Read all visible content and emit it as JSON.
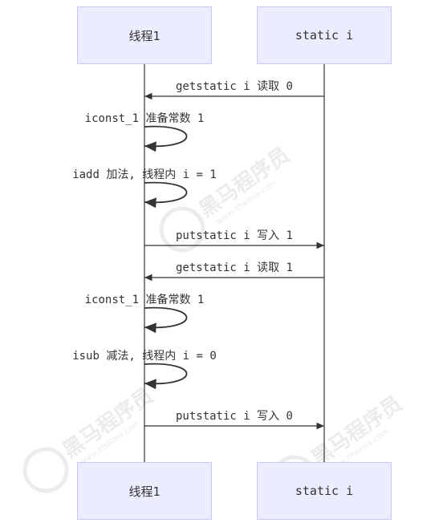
{
  "participants": {
    "thread": "线程1",
    "static": "static i"
  },
  "messages": [
    {
      "from": "static",
      "to": "thread",
      "label": "getstatic i 读取 0"
    },
    {
      "self": "thread",
      "label": "iconst_1 准备常数 1"
    },
    {
      "self": "thread",
      "label": "iadd 加法, 线程内 i = 1"
    },
    {
      "from": "thread",
      "to": "static",
      "label": "putstatic i 写入 1"
    },
    {
      "from": "static",
      "to": "thread",
      "label": "getstatic i 读取 1"
    },
    {
      "self": "thread",
      "label": "iconst_1 准备常数 1"
    },
    {
      "self": "thread",
      "label": "isub 减法, 线程内 i = 0"
    },
    {
      "from": "thread",
      "to": "static",
      "label": "putstatic i 写入 0"
    }
  ],
  "watermark": {
    "text": "黑马程序员",
    "url": "www.itheima.com"
  },
  "colors": {
    "actor_fill": "#ececff",
    "actor_border": "#c8c8f0",
    "line": "#333333",
    "watermark": "#ebebeb"
  }
}
